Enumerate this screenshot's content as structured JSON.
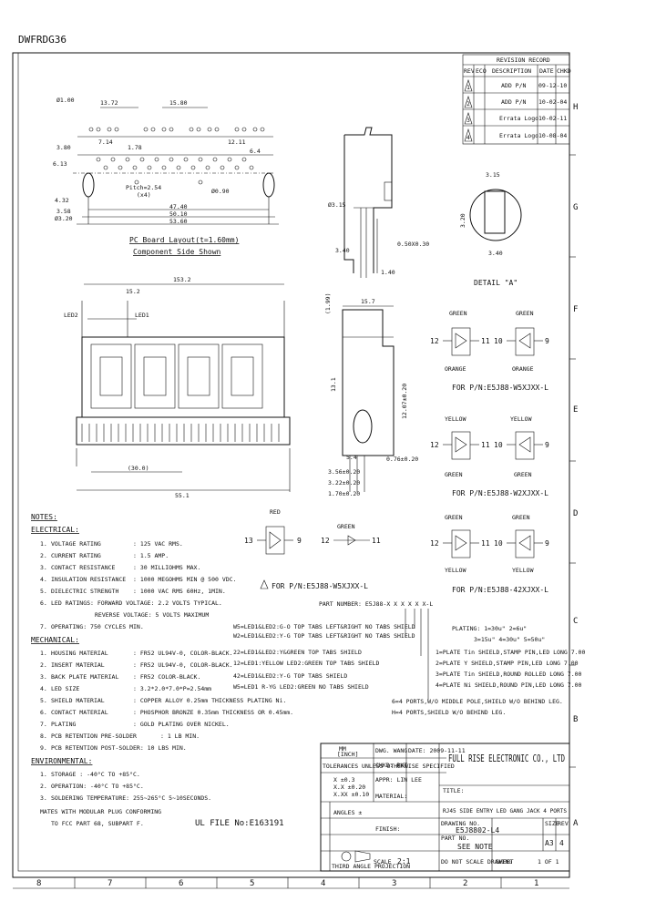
{
  "header_code": "DWFRDG36",
  "revision": {
    "title": "REVISION RECORD",
    "headers": [
      "REV",
      "ECO",
      "DESCRIPTION",
      "DATE",
      "CHKD"
    ],
    "rows": [
      {
        "rev": "1",
        "desc": "ADD P/N",
        "date": "09-12-10"
      },
      {
        "rev": "2",
        "desc": "ADD P/N",
        "date": "10-02-04"
      },
      {
        "rev": "3",
        "desc": "Errata Logo",
        "date": "10-02-11"
      },
      {
        "rev": "4",
        "desc": "Errata Logo",
        "date": "10-08-04"
      }
    ]
  },
  "border": {
    "zones_right": [
      "H",
      "G",
      "F",
      "E",
      "D",
      "C",
      "B",
      "A"
    ],
    "zones_bottom": [
      "8",
      "7",
      "6",
      "5",
      "4",
      "3",
      "2",
      "1"
    ]
  },
  "pcb": {
    "dims": [
      "Ø1.00",
      "13.72",
      "15.80",
      "7.14",
      "1.78",
      "3.80",
      "6.13",
      "Ø3.20",
      "4.32",
      "3.58",
      "Pitch=2.54",
      "(x4)",
      "Ø0.90",
      "12.11",
      "6.4",
      "47.40",
      "50.10",
      "53.60"
    ],
    "caption1": "PC Board Layout(t=1.60mm)",
    "caption2": "Component Side Shown"
  },
  "side": {
    "dims": [
      "Ø3.15",
      "3.40",
      "1.40",
      "0.50X0.30"
    ]
  },
  "detail": {
    "dims": [
      "3.15",
      "3.20",
      "3.40"
    ],
    "label": "DETAIL \"A\""
  },
  "front": {
    "dims": [
      "153.2",
      "15.2",
      "LED2",
      "LED1",
      "(30.0)",
      "55.1"
    ]
  },
  "side2": {
    "dims": [
      "15.7",
      "(1.99)",
      "13.1",
      "12.07±0.20",
      "5.4",
      "0.76±0.20",
      "3.56±0.20",
      "3.22±0.20",
      "1.70±0.20"
    ]
  },
  "led_diagrams": [
    {
      "left_color": "GREEN",
      "right_color": "GREEN",
      "bottom_left": "ORANGE",
      "bottom_right": "ORANGE",
      "pins": [
        "12",
        "11",
        "10",
        "9"
      ],
      "pn": "FOR P/N:E5J88-W5XJXX-L"
    },
    {
      "left_color": "YELLOW",
      "right_color": "YELLOW",
      "bottom_left": "GREEN",
      "bottom_right": "GREEN",
      "pins": [
        "12",
        "11",
        "10",
        "9"
      ],
      "pn": "FOR P/N:E5J88-W2XJXX-L"
    },
    {
      "left_color": "GREEN",
      "right_color": "GREEN",
      "bottom_left": "YELLOW",
      "bottom_right": "YELLOW",
      "pins": [
        "12",
        "11",
        "10",
        "9"
      ],
      "pn": "FOR P/N:E5J88-42XJXX-L"
    }
  ],
  "led_red_green": {
    "red": "RED",
    "green": "GREEN",
    "pins": [
      "13",
      "9",
      "12",
      "11"
    ],
    "pn": "FOR P/N:E5J88-W5XJXX-L"
  },
  "part_number": {
    "label": "PART NUMBER: E5J88-X X X X X X-L",
    "options": [
      "W5=LED1&LED2:G-O TOP TABS LEFT&RIGHT NO TABS SHIELD",
      "W2=LED1&LED2:Y-G TOP TABS LEFT&RIGHT NO TABS SHIELD",
      "22=LED1&LED2:Y&GREEN TOP TABS SHIELD",
      "12=LED1:YELLOW LED2:GREEN TOP TABS SHIELD",
      "42=LED1&LED2:Y-G TOP TABS SHIELD",
      "W5=LED1 R-YG LED2:GREEN NO TABS SHIELD"
    ],
    "plating": [
      "PLATING: 1=30u\"  2=6u\"",
      "3=15u\"  4=30u\"  5=50u\""
    ],
    "plate_opts": [
      "1=PLATE Tin SHIELD,STAMP PIN,LED LONG 7.00",
      "2=PLATE Y SHIELD,STAMP PIN,LED LONG 7.00",
      "3=PLATE Tin SHIELD,ROUND ROLLED LONG 7.00",
      "4=PLATE Ni SHIELD,ROUND PIN,LED LONG 7.00"
    ],
    "ports": [
      "6=4 PORTS,W/O MIDDLE POLE,SHIELD W/O BEHIND LEG.",
      "H=4 PORTS,SHIELD W/O BEHIND LEG."
    ]
  },
  "notes": {
    "title": "NOTES:",
    "electrical": "ELECTRICAL:",
    "elec_items": [
      {
        "n": "1.",
        "k": "VOLTAGE RATING",
        "v": ": 125 VAC RMS."
      },
      {
        "n": "2.",
        "k": "CURRENT RATING",
        "v": ": 1.5 AMP."
      },
      {
        "n": "3.",
        "k": "CONTACT RESISTANCE",
        "v": ": 30 MILLIOHMS MAX."
      },
      {
        "n": "4.",
        "k": "INSULATION RESISTANCE",
        "v": ": 1000 MEGOHMS MIN @ 500 VDC."
      },
      {
        "n": "5.",
        "k": "DIELECTRIC STRENGTH",
        "v": ": 1000 VAC RMS 60Hz, 1MIN."
      },
      {
        "n": "6.",
        "k": "LED RATINGS: FORWARD VOLTAGE: 2.2 VOLTS TYPICAL.",
        "v": ""
      },
      {
        "n": "",
        "k": "REVERSE VOLTAGE: 5 VOLTS MAXIMUM",
        "v": ""
      },
      {
        "n": "7.",
        "k": "OPERATING: 750 CYCLES MIN.",
        "v": ""
      }
    ],
    "mechanical": "MECHANICAL:",
    "mech_items": [
      {
        "n": "1.",
        "k": "HOUSING MATERIAL",
        "v": ": FR52 UL94V-0, COLOR-BLACK."
      },
      {
        "n": "2.",
        "k": "INSERT MATERIAL",
        "v": ": FR52 UL94V-0, COLOR-BLACK."
      },
      {
        "n": "3.",
        "k": "BACK PLATE MATERIAL",
        "v": ": FR52 COLOR-BLACK."
      },
      {
        "n": "4.",
        "k": "LED SIZE",
        "v": ": 3.2*2.0*7.0*P=2.54mm"
      },
      {
        "n": "5.",
        "k": "SHIELD MATERIAL",
        "v": ": COPPER ALLOY 0.25mm THICKNESS PLATING Ni."
      },
      {
        "n": "6.",
        "k": "CONTACT MATERIAL",
        "v": ": PHOSPHOR BRONZE 0.35mm THICKNESS OR 0.45mm."
      },
      {
        "n": "7.",
        "k": "PLATING",
        "v": ": GOLD PLATING OVER NICKEL."
      },
      {
        "n": "8.",
        "k": "PCB RETENTION PRE-SOLDER",
        "v": ": 1 LB MIN."
      },
      {
        "n": "9.",
        "k": "PCB RETENTION POST-SOLDER: 10 LBS MIN.",
        "v": ""
      }
    ],
    "environmental": "ENVIRONMENTAL:",
    "env_items": [
      {
        "n": "1.",
        "k": "STORAGE : -40°C TO +85°C."
      },
      {
        "n": "2.",
        "k": "OPERATION: -40°C TO +85°C."
      },
      {
        "n": "3.",
        "k": "SOLDERING TEMPERATURE: 255~265°C 5~10SECONDS."
      }
    ],
    "mates1": "MATES WITH MODULAR PLUG CONFORMING",
    "mates2": "TO FCC PART 68, SUBPART F.",
    "ul": "UL FILE No:E163191"
  },
  "title_block": {
    "company": "FULL RISE ELECTRONIC CO., LTD",
    "title_label": "TITLE:",
    "title": "RJ45 SIDE ENTRY LED GANG JACK 4 PORTS",
    "drawing_no_label": "DRAWING NO.",
    "drawing_no": "E5J8802-L4",
    "part_no_label": "PART NO.",
    "part_no": "SEE NOTE",
    "size_label": "SIZE",
    "size": "A3",
    "rev_label": "REV",
    "rev": "4",
    "scale_label": "SCALE",
    "scale": "2:1",
    "do_not_scale": "DO NOT SCALE DRAWING",
    "sheet_label": "SHEET",
    "sheet": "1 OF 1",
    "material": "MATERIAL:",
    "finish": "FINISH:",
    "third_angle": "THIRD ANGLE PROJECTION",
    "mm": "MM",
    "inch": "[INCH]",
    "dwg": "DWG. WANG",
    "date1": "DATE: 2009-11-11",
    "chkd": "CHKD: RKT",
    "appr": "APPR: LIN LEE",
    "tol": "TOLERANCES UNLESS OTHERWISE SPECIFIED",
    "tol_items": [
      "X  ±0.3",
      "X.X ±0.20",
      "X.XX ±0.10",
      "ANGLES ±"
    ]
  }
}
